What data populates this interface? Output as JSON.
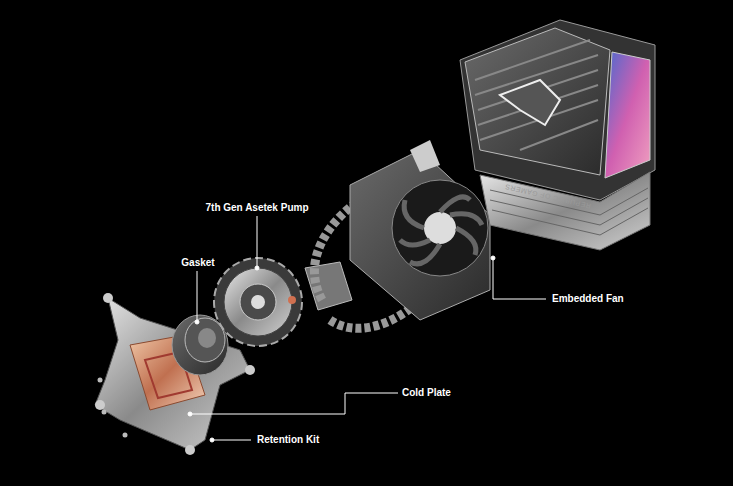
{
  "diagram": {
    "labels": [
      "7th Gen Asetek Pump",
      "Gasket",
      "Embedded Fan",
      "Cold Plate",
      "Retention Kit",
      "REPUBLIC OF GAMERS"
    ]
  }
}
